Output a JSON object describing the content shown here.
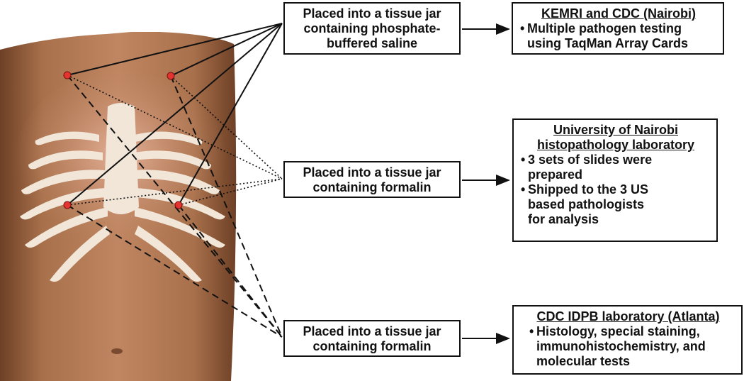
{
  "jars": [
    {
      "id": "jar-pbs",
      "lines": [
        "Placed into a tissue jar",
        "containing phosphate-",
        "buffered saline"
      ]
    },
    {
      "id": "jar-formalin-1",
      "lines": [
        "Placed into a tissue jar",
        "containing formalin"
      ]
    },
    {
      "id": "jar-formalin-2",
      "lines": [
        "Placed into a tissue jar",
        "containing formalin"
      ]
    }
  ],
  "labs": [
    {
      "id": "lab-kemri",
      "title": "KEMRI and CDC (Nairobi)",
      "bullets": [
        "Multiple pathogen testing\nusing TaqMan Array Cards"
      ]
    },
    {
      "id": "lab-nairobi",
      "title": "University of Nairobi\nhistopathology laboratory",
      "bullets": [
        "3 sets of slides were\nprepared",
        "Shipped to the 3 US\nbased pathologists\n for analysis"
      ]
    },
    {
      "id": "lab-cdc-idpb",
      "title": "CDC IDPB laboratory (Atlanta)",
      "bullets": [
        "Histology, special staining,\nimmunohistochemistry, and\nmolecular tests"
      ]
    }
  ],
  "bullet_symbol": "•",
  "colors": {
    "line": "#111111",
    "sample_point": "#e3342f",
    "skin": "#b0744c",
    "rib": "#f1e6d8"
  }
}
